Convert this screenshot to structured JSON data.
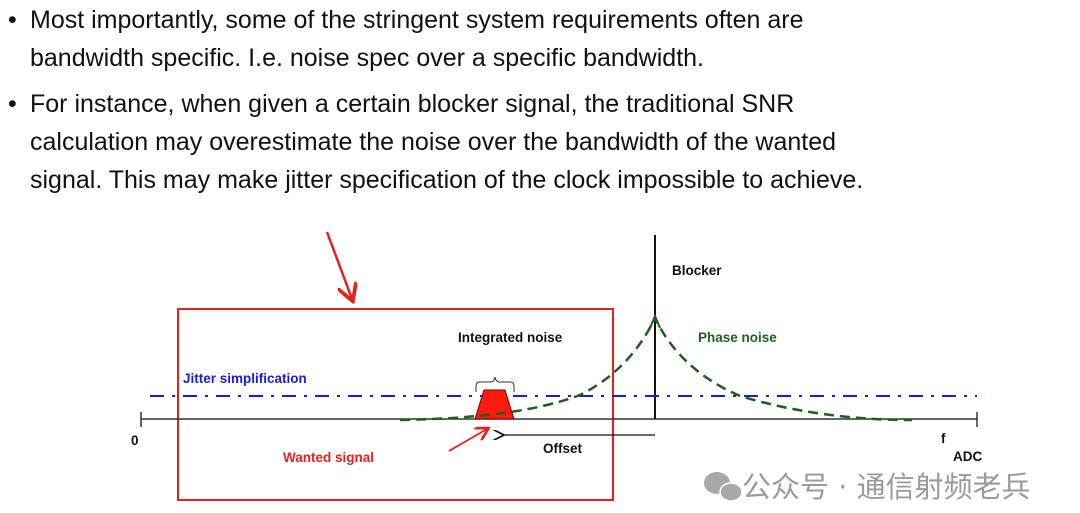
{
  "bullets": [
    {
      "lines": [
        "Most importantly, some of the stringent system requirements often are",
        "bandwidth specific. I.e. noise spec over a specific bandwidth."
      ]
    },
    {
      "lines": [
        "For instance, when given a certain blocker signal, the traditional SNR",
        "calculation may overestimate the noise over the bandwidth of the wanted",
        "signal. This may make jitter specification of the clock impossible to achieve."
      ]
    }
  ],
  "diagram": {
    "integrated_noise": "Integrated noise",
    "jitter_simplification": "Jitter simplification",
    "wanted_signal": "Wanted signal",
    "offset": "Offset",
    "origin": "0",
    "blocker": "Blocker",
    "phase_noise": "Phase noise",
    "f_label": "f",
    "f_subscript": "ADC"
  },
  "watermark": "公众号 · 通信射频老兵",
  "colors": {
    "red": "#e8201c",
    "blue": "#1a1ae0",
    "green": "#1e5e1e",
    "text": "#111111"
  }
}
